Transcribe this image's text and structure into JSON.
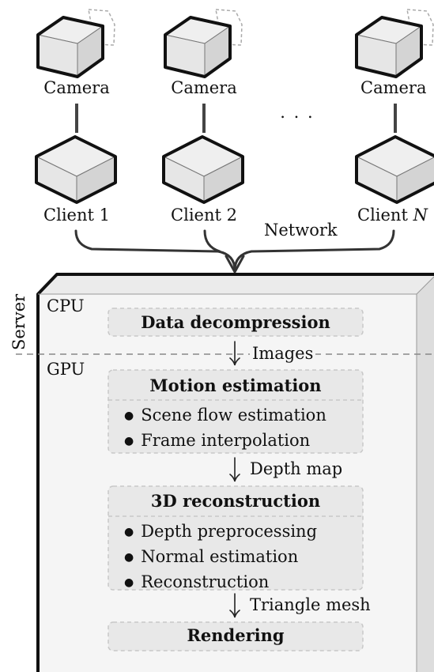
{
  "cameras": [
    "Camera",
    "Camera",
    "Camera"
  ],
  "clients": [
    "Client 1",
    "Client 2",
    "Client "
  ],
  "last_client_suffix": "N",
  "ellipsis": ". . .",
  "network_label": "Network",
  "server_label": "Server",
  "cpu_label": "CPU",
  "gpu_label": "GPU",
  "stages": {
    "decompression": {
      "title": "Data decompression"
    },
    "motion": {
      "title": "Motion estimation",
      "items": [
        "Scene flow estimation",
        "Frame interpolation"
      ]
    },
    "reconstruction": {
      "title": "3D reconstruction",
      "items": [
        "Depth preprocessing",
        "Normal estimation",
        "Reconstruction"
      ]
    },
    "rendering": {
      "title": "Rendering"
    }
  },
  "edges": {
    "images": "Images",
    "depth_map": "Depth map",
    "triangle_mesh": "Triangle mesh"
  },
  "colors": {
    "stroke": "#111111",
    "stage_fill": "#e8e8e8",
    "stage_border": "#c8c8c8",
    "server_face": "#f5f5f5",
    "server_side": "#dddddd",
    "box_top": "#efefef",
    "box_left": "#e6e6e6",
    "box_right": "#d4d4d4"
  }
}
